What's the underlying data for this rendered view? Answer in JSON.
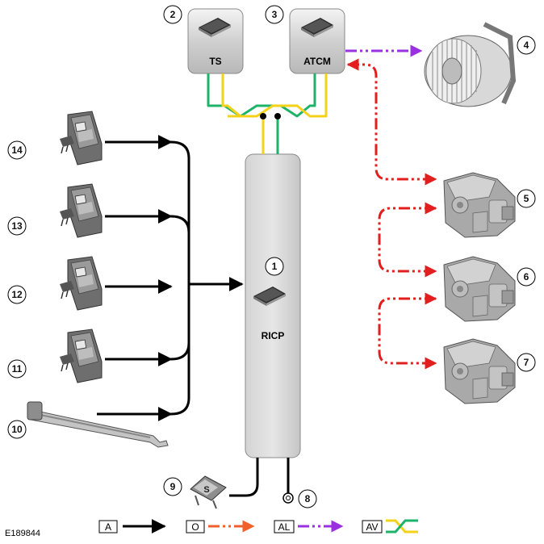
{
  "modules": {
    "ts": {
      "label": "TS",
      "number": "2"
    },
    "atcm": {
      "label": "ATCM",
      "number": "3"
    },
    "ricp": {
      "label": "RICP",
      "number": "1"
    }
  },
  "components": [
    {
      "number": "4",
      "icon": "blower-motor-icon"
    },
    {
      "number": "5",
      "icon": "actuator-motor-icon"
    },
    {
      "number": "6",
      "icon": "actuator-motor-icon"
    },
    {
      "number": "7",
      "icon": "actuator-motor-icon"
    },
    {
      "number": "8",
      "icon": "ground-point-icon"
    },
    {
      "number": "9",
      "icon": "fuse-icon"
    },
    {
      "number": "10",
      "icon": "temperature-sensor-icon"
    },
    {
      "number": "11",
      "icon": "switch-connector-icon"
    },
    {
      "number": "12",
      "icon": "switch-connector-icon"
    },
    {
      "number": "13",
      "icon": "switch-connector-icon"
    },
    {
      "number": "14",
      "icon": "switch-connector-icon"
    }
  ],
  "legend": [
    {
      "code": "A",
      "color": "#000000",
      "style": "solid"
    },
    {
      "code": "O",
      "color": "#f0602a",
      "style": "dash-dot"
    },
    {
      "code": "AL",
      "color": "#9b30e0",
      "style": "dash-dot"
    },
    {
      "code": "AV",
      "color": "#f5d21a",
      "color2": "#1fb36a",
      "style": "twisted-pair"
    }
  ],
  "reference": "E189844",
  "colors": {
    "harness": "#000000",
    "lin": "#e31e1e",
    "pwm": "#9b30e0",
    "can_high": "#f5d21a",
    "can_low": "#1fb36a"
  }
}
